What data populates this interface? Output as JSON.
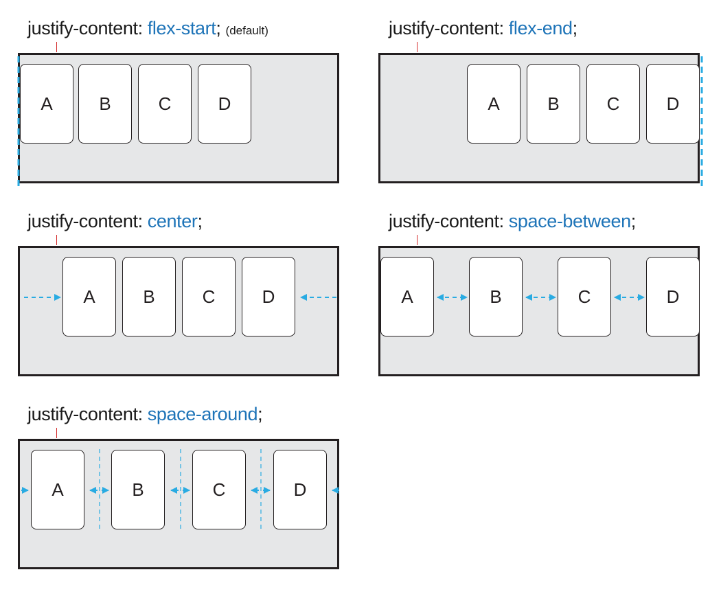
{
  "diagrams": [
    {
      "property": "justify-content:",
      "value": "flex-start",
      "terminator": ";",
      "note": "(default)",
      "items": [
        "A",
        "B",
        "C",
        "D"
      ]
    },
    {
      "property": "justify-content:",
      "value": "flex-end",
      "terminator": ";",
      "note": "",
      "items": [
        "A",
        "B",
        "C",
        "D"
      ]
    },
    {
      "property": "justify-content:",
      "value": "center",
      "terminator": ";",
      "note": "",
      "items": [
        "A",
        "B",
        "C",
        "D"
      ]
    },
    {
      "property": "justify-content:",
      "value": "space-between",
      "terminator": ";",
      "note": "",
      "items": [
        "A",
        "B",
        "C",
        "D"
      ]
    },
    {
      "property": "justify-content:",
      "value": "space-around",
      "terminator": ";",
      "note": "",
      "items": [
        "A",
        "B",
        "C",
        "D"
      ]
    }
  ],
  "colors": {
    "accent": "#1e74b8",
    "guide": "#29abe2",
    "panel": "#e6e7e8",
    "border": "#231f20",
    "tick": "#d42828"
  }
}
